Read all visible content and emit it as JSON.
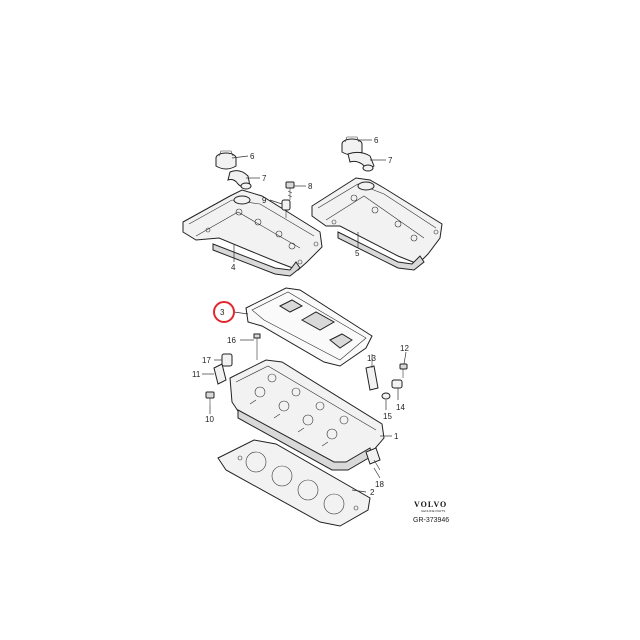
{
  "callouts": {
    "c1": "1",
    "c2": "2",
    "c3": "3",
    "c4": "4",
    "c5": "5",
    "c6a": "6",
    "c6b": "6",
    "c7a": "7",
    "c7b": "7",
    "c8": "8",
    "c9": "9",
    "c10": "10",
    "c11": "11",
    "c12": "12",
    "c13": "13",
    "c14": "14",
    "c15": "15",
    "c16": "16",
    "c17": "17",
    "c18": "18"
  },
  "logo": {
    "brand": "VOLVO",
    "sub": "GENUINE PARTS"
  },
  "reference_code": "GR-373946",
  "colors": {
    "highlight": "#e0282e",
    "line": "#222222",
    "part_fill": "#f2f2f2"
  }
}
